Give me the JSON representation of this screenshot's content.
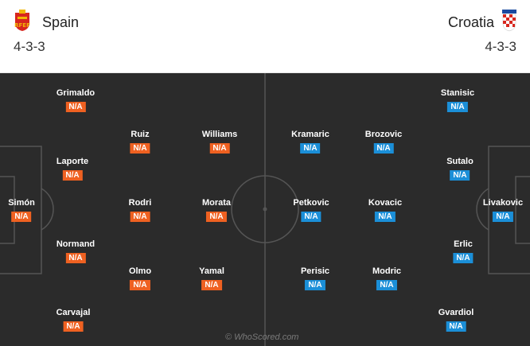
{
  "home": {
    "name": "Spain",
    "formation": "4-3-3",
    "crest_icon": "spain-crest-icon",
    "badge_color": "#ef6121",
    "players": [
      {
        "name": "Grimaldo",
        "rating": "N/A"
      },
      {
        "name": "Ruiz",
        "rating": "N/A"
      },
      {
        "name": "Williams",
        "rating": "N/A"
      },
      {
        "name": "Laporte",
        "rating": "N/A"
      },
      {
        "name": "Simón",
        "rating": "N/A"
      },
      {
        "name": "Rodri",
        "rating": "N/A"
      },
      {
        "name": "Morata",
        "rating": "N/A"
      },
      {
        "name": "Normand",
        "rating": "N/A"
      },
      {
        "name": "Olmo",
        "rating": "N/A"
      },
      {
        "name": "Yamal",
        "rating": "N/A"
      },
      {
        "name": "Carvajal",
        "rating": "N/A"
      }
    ]
  },
  "away": {
    "name": "Croatia",
    "formation": "4-3-3",
    "crest_icon": "croatia-crest-icon",
    "badge_color": "#1b8fd8",
    "players": [
      {
        "name": "Stanisic",
        "rating": "N/A"
      },
      {
        "name": "Kramaric",
        "rating": "N/A"
      },
      {
        "name": "Brozovic",
        "rating": "N/A"
      },
      {
        "name": "Sutalo",
        "rating": "N/A"
      },
      {
        "name": "Petkovic",
        "rating": "N/A"
      },
      {
        "name": "Kovacic",
        "rating": "N/A"
      },
      {
        "name": "Livakovic",
        "rating": "N/A"
      },
      {
        "name": "Erlic",
        "rating": "N/A"
      },
      {
        "name": "Perisic",
        "rating": "N/A"
      },
      {
        "name": "Modric",
        "rating": "N/A"
      },
      {
        "name": "Gvardiol",
        "rating": "N/A"
      }
    ]
  },
  "pitch": {
    "background": "#2b2b2b",
    "line_color": "#555555"
  },
  "watermark": "© WhoScored.com"
}
